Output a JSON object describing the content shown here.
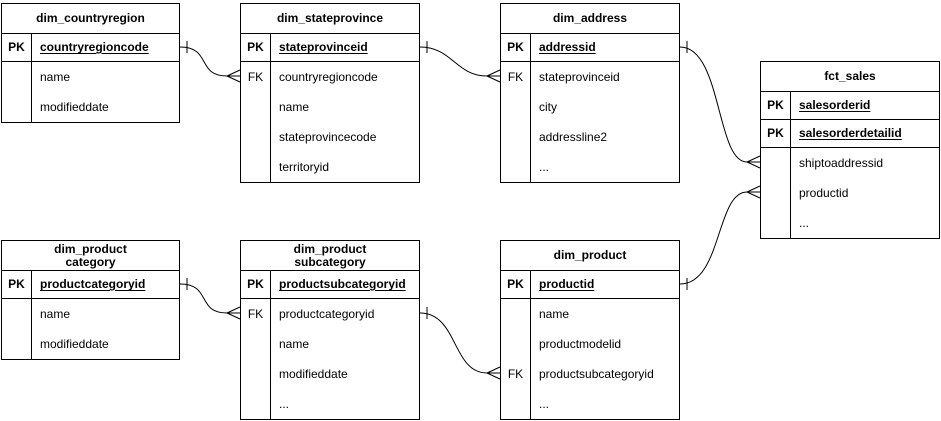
{
  "diagram": {
    "colors": {
      "line": "#000000",
      "background": "#ffffff",
      "text": "#000000"
    },
    "tables": [
      {
        "title": "dim_countryregion",
        "rows": [
          {
            "key": "PK",
            "field": "countryregioncode"
          },
          {
            "key": "",
            "field": "name"
          },
          {
            "key": "",
            "field": "modifieddate"
          }
        ]
      },
      {
        "title": "dim_stateprovince",
        "rows": [
          {
            "key": "PK",
            "field": "stateprovinceid"
          },
          {
            "key": "FK",
            "field": "countryregioncode"
          },
          {
            "key": "",
            "field": "name"
          },
          {
            "key": "",
            "field": "stateprovincecode"
          },
          {
            "key": "",
            "field": "territoryid"
          }
        ]
      },
      {
        "title": "dim_address",
        "rows": [
          {
            "key": "PK",
            "field": "addressid"
          },
          {
            "key": "FK",
            "field": "stateprovinceid"
          },
          {
            "key": "",
            "field": "city"
          },
          {
            "key": "",
            "field": "addressline2"
          },
          {
            "key": "",
            "field": "..."
          }
        ]
      },
      {
        "title": "fct_sales",
        "rows": [
          {
            "key": "PK",
            "field": "salesorderid"
          },
          {
            "key": "PK",
            "field": "salesorderdetailid"
          },
          {
            "key": "",
            "field": "shiptoaddressid"
          },
          {
            "key": "",
            "field": "productid"
          },
          {
            "key": "",
            "field": "..."
          }
        ]
      },
      {
        "title": "dim_product\ncategory",
        "rows": [
          {
            "key": "PK",
            "field": "productcategoryid"
          },
          {
            "key": "",
            "field": "name"
          },
          {
            "key": "",
            "field": "modifieddate"
          }
        ]
      },
      {
        "title": "dim_product\nsubcategory",
        "rows": [
          {
            "key": "PK",
            "field": "productsubcategoryid"
          },
          {
            "key": "FK",
            "field": "productcategoryid"
          },
          {
            "key": "",
            "field": "name"
          },
          {
            "key": "",
            "field": "modifieddate"
          },
          {
            "key": "",
            "field": "..."
          }
        ]
      },
      {
        "title": "dim_product",
        "rows": [
          {
            "key": "PK",
            "field": "productid"
          },
          {
            "key": "",
            "field": "name"
          },
          {
            "key": "",
            "field": "productmodelid"
          },
          {
            "key": "FK",
            "field": "productsubcategoryid"
          },
          {
            "key": "",
            "field": "..."
          }
        ]
      }
    ],
    "relationships": [
      {
        "from_table": "dim_countryregion",
        "from_column": "countryregioncode",
        "to_table": "dim_stateprovince",
        "to_column": "countryregioncode",
        "cardinality": "one-to-many"
      },
      {
        "from_table": "dim_stateprovince",
        "from_column": "stateprovinceid",
        "to_table": "dim_address",
        "to_column": "stateprovinceid",
        "cardinality": "one-to-many"
      },
      {
        "from_table": "dim_address",
        "from_column": "addressid",
        "to_table": "fct_sales",
        "to_column": "shiptoaddressid",
        "cardinality": "one-to-many"
      },
      {
        "from_table": "dim_product",
        "from_column": "productid",
        "to_table": "fct_sales",
        "to_column": "productid",
        "cardinality": "one-to-many"
      },
      {
        "from_table": "dim_product category",
        "from_column": "productcategoryid",
        "to_table": "dim_product subcategory",
        "to_column": "productcategoryid",
        "cardinality": "one-to-many"
      },
      {
        "from_table": "dim_product subcategory",
        "from_column": "productsubcategoryid",
        "to_table": "dim_product",
        "to_column": "productsubcategoryid",
        "cardinality": "one-to-many"
      }
    ]
  }
}
